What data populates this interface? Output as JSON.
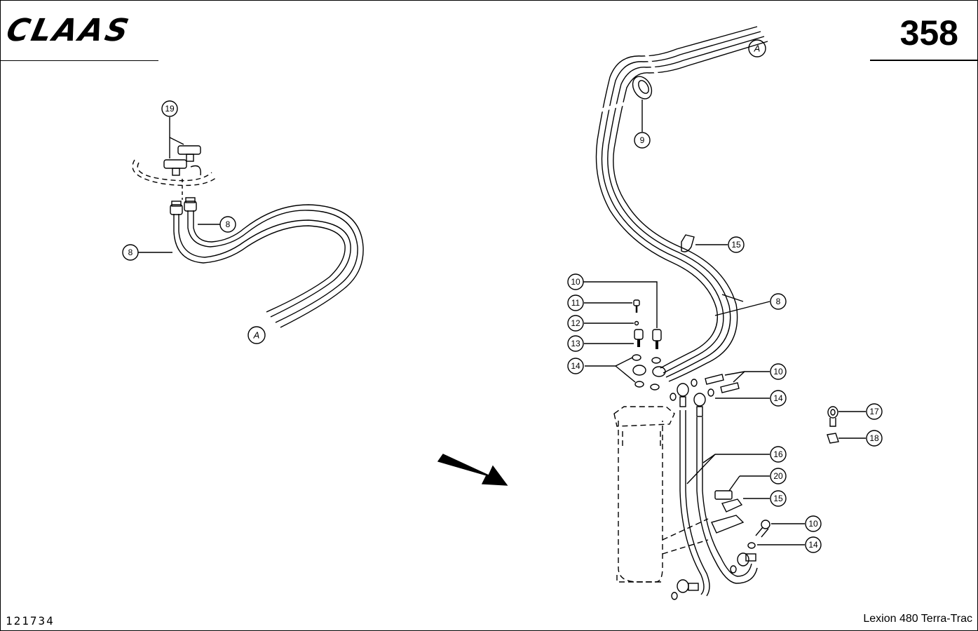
{
  "header": {
    "brand": "CLAAS",
    "page_number": "358"
  },
  "footer": {
    "document_number": "121734",
    "model": "Lexion 480 Terra-Trac"
  },
  "callouts": {
    "c19": "19",
    "c8a": "8",
    "c8b": "8",
    "c9": "9",
    "c15a": "15",
    "c10a": "10",
    "c11": "11",
    "c12": "12",
    "c13": "13",
    "c8c": "8",
    "c14a": "14",
    "c10b": "10",
    "c14b": "14",
    "c17": "17",
    "c18": "18",
    "c16": "16",
    "c20": "20",
    "c15b": "15",
    "c10c": "10",
    "c14c": "14"
  },
  "connectors": {
    "ref_left": "A",
    "ref_right": "A"
  }
}
